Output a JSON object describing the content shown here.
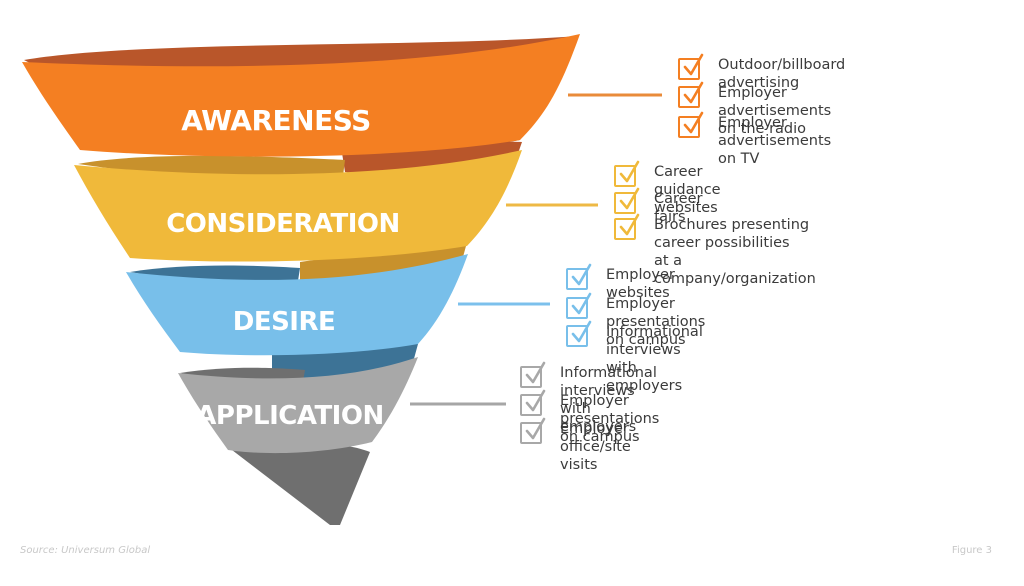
{
  "stages": [
    {
      "id": "awareness",
      "label": "AWARENESS",
      "color": "#f47f22",
      "dark": "#b9562a",
      "line": "#e98b3a",
      "items": [
        "Outdoor/billboard advertising",
        "Employer advertisements on the radio",
        "Employer advertisements on TV"
      ]
    },
    {
      "id": "consideration",
      "label": "CONSIDERATION",
      "color": "#f0b93a",
      "dark": "#c8912c",
      "line": "#eeb945",
      "items": [
        "Career guidance websites",
        "Career fairs",
        "Brochures presenting career possibilities\nat a company/organization"
      ]
    },
    {
      "id": "desire",
      "label": "DESIRE",
      "color": "#78bfea",
      "dark": "#3d7396",
      "line": "#7cc0ec",
      "items": [
        "Employer websites",
        "Employer presentations on campus",
        "Informational interviews with employers"
      ]
    },
    {
      "id": "application",
      "label": "APPLICATION",
      "color": "#a8a8a8",
      "dark": "#6f6f6f",
      "line": "#a6a6a6",
      "items": [
        "Informational interviews with employers",
        "Employer presentations on campus",
        "Employer office/site visits"
      ]
    }
  ],
  "footer": {
    "source": "Source: Universum Global",
    "figure": "Figure 3"
  }
}
